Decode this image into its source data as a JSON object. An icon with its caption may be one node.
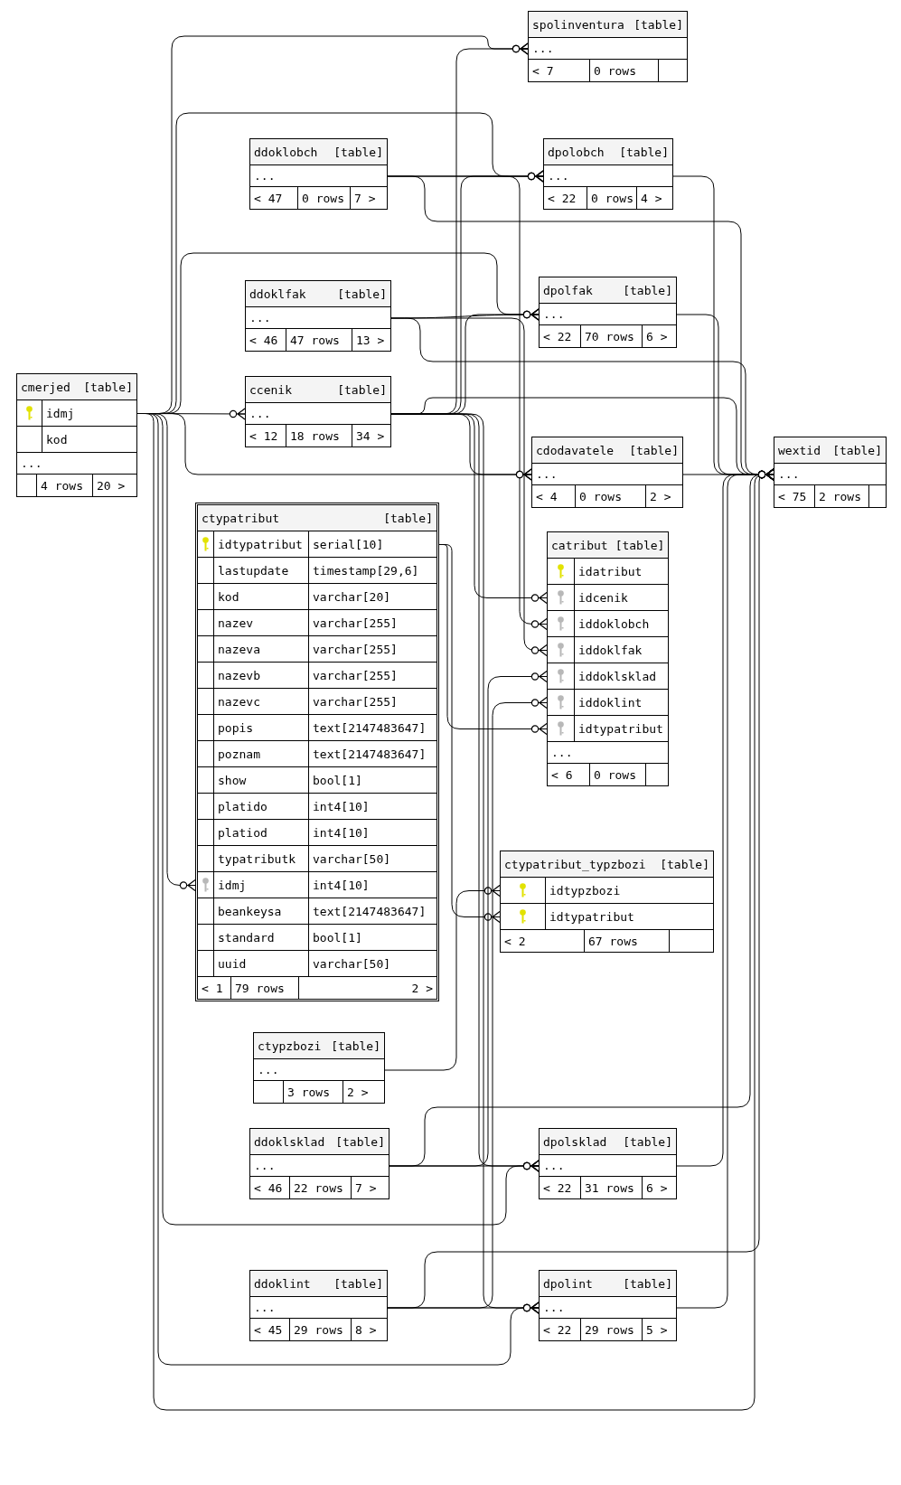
{
  "diagram": {
    "nodes": [
      {
        "text": [
          "spolinventura",
          "[table]",
          "...",
          "< 7",
          "0 rows"
        ]
      },
      {
        "text": [
          "ddoklobch",
          "[table]",
          "...",
          "< 47",
          "0 rows",
          "7 >"
        ]
      },
      {
        "text": [
          "dpolobch",
          "[table]",
          "...",
          "< 22",
          "0 rows",
          "4 >"
        ]
      },
      {
        "text": [
          "ddoklfak",
          "[table]",
          "...",
          "< 46",
          "47 rows",
          "13 >"
        ]
      },
      {
        "text": [
          "dpolfak",
          "[table]",
          "...",
          "< 22",
          "70 rows",
          "6 >"
        ]
      },
      {
        "text": [
          "cmerjed",
          "[table]",
          "idmj",
          "kod",
          "...",
          "4 rows",
          "20 >"
        ]
      },
      {
        "text": [
          "ccenik",
          "[table]",
          "...",
          "< 12",
          "18 rows",
          "34 >"
        ]
      },
      {
        "text": [
          "cdodavatele",
          "[table]",
          "...",
          "< 4",
          "0 rows",
          "2 >"
        ]
      },
      {
        "text": [
          "wextid",
          "[table]",
          "...",
          "< 75",
          "2 rows"
        ]
      },
      {
        "text": [
          "ctypatribut",
          "[table]",
          "idtypatribut",
          "serial[10]",
          "lastupdate",
          "timestamp[29,6]",
          "kod",
          "varchar[20]",
          "nazev",
          "varchar[255]",
          "nazeva",
          "varchar[255]",
          "nazevb",
          "varchar[255]",
          "nazevc",
          "varchar[255]",
          "popis",
          "text[2147483647]",
          "poznam",
          "text[2147483647]",
          "show",
          "bool[1]",
          "platido",
          "int4[10]",
          "platiod",
          "int4[10]",
          "typatributk",
          "varchar[50]",
          "idmj",
          "int4[10]",
          "beankeysa",
          "text[2147483647]",
          "standard",
          "bool[1]",
          "uuid",
          "varchar[50]",
          "< 1",
          "79 rows",
          "2 >"
        ]
      },
      {
        "text": [
          "catribut",
          "[table]",
          "idatribut",
          "idcenik",
          "iddoklobch",
          "iddoklfak",
          "iddoklsklad",
          "iddoklint",
          "idtypatribut",
          "...",
          "< 6",
          "0 rows"
        ]
      },
      {
        "text": [
          "ctypatribut_typzbozi",
          "[table]",
          "idtypzbozi",
          "idtypatribut",
          "< 2",
          "67 rows"
        ]
      },
      {
        "text": [
          "ctypzbozi",
          "[table]",
          "...",
          "3 rows",
          "2 >"
        ]
      },
      {
        "text": [
          "ddoklsklad",
          "[table]",
          "...",
          "< 46",
          "22 rows",
          "7 >"
        ]
      },
      {
        "text": [
          "dpolsklad",
          "[table]",
          "...",
          "< 22",
          "31 rows",
          "6 >"
        ]
      },
      {
        "text": [
          "ddoklint",
          "[table]",
          "...",
          "< 45",
          "29 rows",
          "8 >"
        ]
      },
      {
        "text": [
          "dpolint",
          "[table]",
          "...",
          "< 22",
          "29 rows",
          "5 >"
        ]
      }
    ],
    "edges": [
      {
        "from": 5,
        "to": 0,
        "arrow": "other"
      },
      {
        "from": 5,
        "to": 2,
        "arrow": "other"
      },
      {
        "from": 5,
        "to": 4,
        "arrow": "other"
      },
      {
        "from": 5,
        "to": 6,
        "arrow": "other"
      },
      {
        "from": 5,
        "to": 7,
        "arrow": "other"
      },
      {
        "from": 5,
        "to": 9,
        "arrow": "other"
      },
      {
        "from": 5,
        "to": 14,
        "arrow": "other"
      },
      {
        "from": 5,
        "to": 16,
        "arrow": "other"
      },
      {
        "from": 5,
        "to": 8,
        "arrow": "other"
      },
      {
        "from": 1,
        "to": 2,
        "arrow": "other"
      },
      {
        "from": 1,
        "to": 8,
        "arrow": "other"
      },
      {
        "from": 1,
        "to": 10,
        "arrow": "other"
      },
      {
        "from": 3,
        "to": 4,
        "arrow": "other"
      },
      {
        "from": 3,
        "to": 8,
        "arrow": "other"
      },
      {
        "from": 3,
        "to": 10,
        "arrow": "other"
      },
      {
        "from": 6,
        "to": 0,
        "arrow": "other"
      },
      {
        "from": 6,
        "to": 2,
        "arrow": "other"
      },
      {
        "from": 6,
        "to": 4,
        "arrow": "other"
      },
      {
        "from": 6,
        "to": 7,
        "arrow": "other"
      },
      {
        "from": 6,
        "to": 8,
        "arrow": "other"
      },
      {
        "from": 6,
        "to": 10,
        "arrow": "other"
      },
      {
        "from": 6,
        "to": 14,
        "arrow": "other"
      },
      {
        "from": 6,
        "to": 16,
        "arrow": "other"
      },
      {
        "from": 9,
        "to": 10,
        "arrow": "other"
      },
      {
        "from": 9,
        "to": 11,
        "arrow": "other"
      },
      {
        "from": 12,
        "to": 11,
        "arrow": "other"
      },
      {
        "from": 13,
        "to": 14,
        "arrow": "other"
      },
      {
        "from": 13,
        "to": 8,
        "arrow": "other"
      },
      {
        "from": 13,
        "to": 10,
        "arrow": "other"
      },
      {
        "from": 15,
        "to": 16,
        "arrow": "other"
      },
      {
        "from": 15,
        "to": 10,
        "arrow": "other"
      },
      {
        "from": 15,
        "to": 8,
        "arrow": "other"
      },
      {
        "from": 2,
        "to": 8,
        "arrow": "other"
      },
      {
        "from": 4,
        "to": 8,
        "arrow": "other"
      },
      {
        "from": 7,
        "to": 8,
        "arrow": "other"
      },
      {
        "from": 14,
        "to": 8,
        "arrow": "other"
      },
      {
        "from": 16,
        "to": 8,
        "arrow": "other"
      }
    ]
  }
}
